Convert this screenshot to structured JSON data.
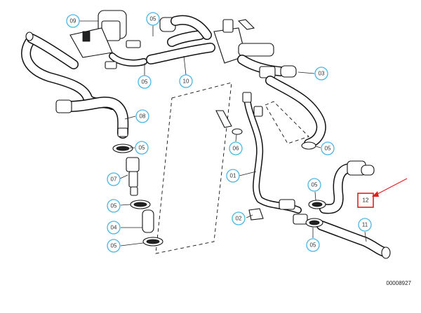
{
  "callouts": {
    "c09": "09",
    "c05_top": "05",
    "c05_valve": "05",
    "c10": "10",
    "c08": "08",
    "c05_left1": "05",
    "c07": "07",
    "c05_left2": "05",
    "c04": "04",
    "c05_left3": "05",
    "c03": "03",
    "c05_right": "05",
    "c06": "06",
    "c01": "01",
    "c05_mid": "05",
    "c02": "02",
    "c05_bottom": "05",
    "c11": "11"
  },
  "highlighted_callout": "12",
  "highlight_color": "#e02020",
  "callout_circle_color": "#4ab6e6",
  "reference_code": "00008927"
}
